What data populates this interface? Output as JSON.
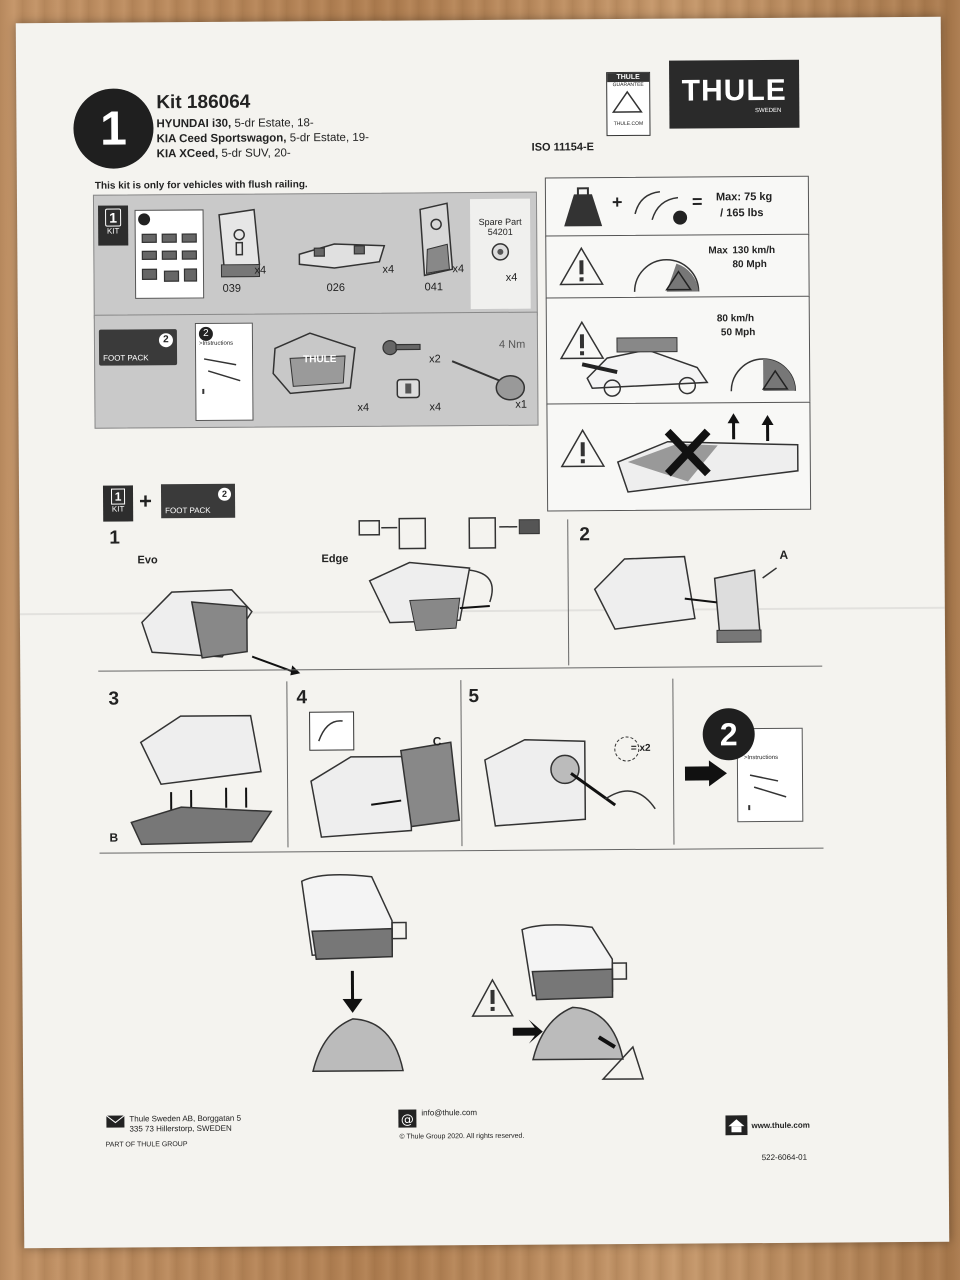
{
  "header": {
    "kit_number": "1",
    "kit_title": "Kit 186064",
    "vehicles": [
      {
        "model": "HYUNDAI i30,",
        "detail": "5-dr Estate, 18-"
      },
      {
        "model": "KIA Ceed Sportswagon,",
        "detail": "5-dr Estate, 19-"
      },
      {
        "model": "KIA XCeed,",
        "detail": "5-dr SUV, 20-"
      }
    ],
    "iso": "ISO 11154-E",
    "guarantee_brand": "THULE",
    "guarantee_label": "GUARANTEE",
    "guarantee_url": "THULE.COM",
    "logo_name": "THULE",
    "logo_sub": "SWEDEN",
    "flush_notice": "This kit is only for vehicles with flush railing."
  },
  "kit_panel": {
    "kit_label": "KIT",
    "kit_num": "1",
    "parts": [
      {
        "code": "039",
        "qty": "x4"
      },
      {
        "code": "026",
        "qty": "x4"
      },
      {
        "code": "041",
        "qty": "x4"
      }
    ],
    "spare_label": "Spare Part",
    "spare_code": "54201",
    "spare_qty": "x4"
  },
  "foot_panel": {
    "label": "FOOT PACK",
    "num": "2",
    "instructions_label": ">Instructions",
    "foot_qty": "x4",
    "key_qty": "x2",
    "lock_qty": "x4",
    "torque": "4 Nm",
    "tool_qty": "x1",
    "logo": "THULE"
  },
  "warnings": {
    "max_load": "Max: 75 kg",
    "max_load_lbs": "/ 165 lbs",
    "max_speed_label": "Max",
    "max_speed_kmh": "130 km/h",
    "max_speed_mph": "80 Mph",
    "speed2_kmh": "80 km/h",
    "speed2_mph": "50 Mph"
  },
  "combo": {
    "kit_label": "KIT",
    "kit_num": "1",
    "plus": "+",
    "foot_label": "FOOT PACK",
    "foot_num": "2"
  },
  "steps": {
    "s1": "1",
    "evo": "Evo",
    "edge": "Edge",
    "s2": "2",
    "a": "A",
    "s3": "3",
    "b": "B",
    "s4": "4",
    "c": "C",
    "s5": "5",
    "x2": "= x2",
    "next_num": "2",
    "next_instructions": ">Instructions"
  },
  "footer": {
    "company": "Thule Sweden AB, Borggatan 5",
    "address": "335 73 Hillerstorp, SWEDEN",
    "group": "PART OF THULE GROUP",
    "email": "info@thule.com",
    "copyright": "© Thule Group 2020. All rights reserved.",
    "web": "www.thule.com",
    "doc_number": "522-6064-01"
  }
}
